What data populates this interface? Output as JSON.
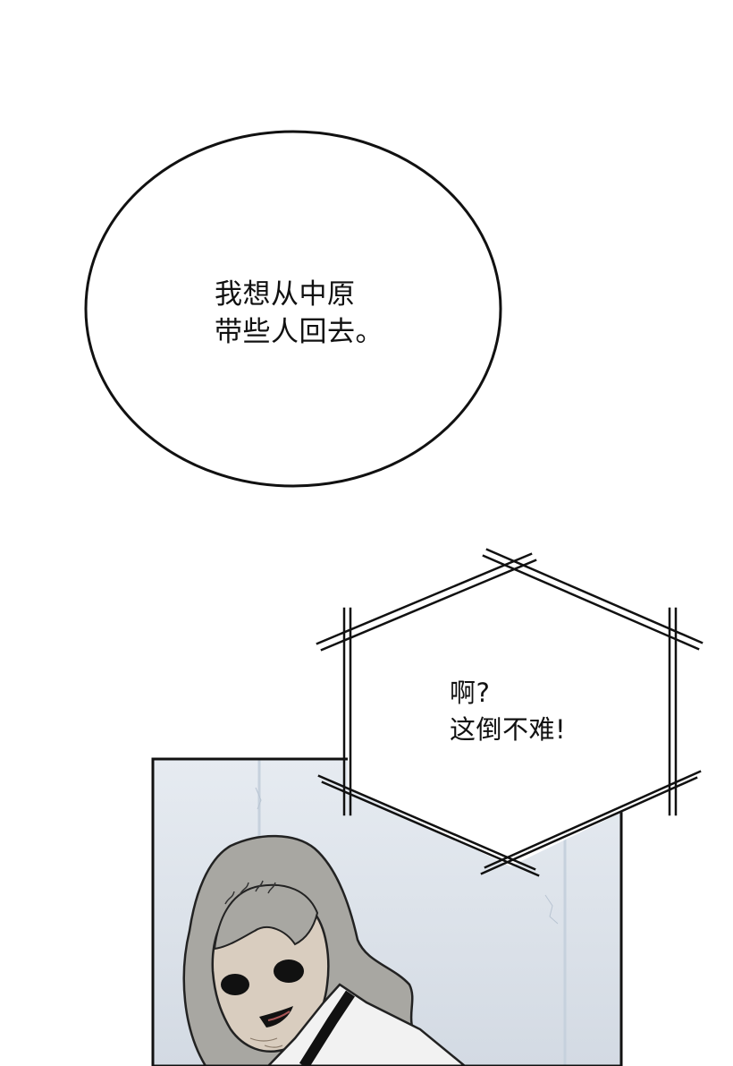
{
  "speech_bubble": {
    "line1": "我想从中原",
    "line2": "带些人回去。"
  },
  "shout_bubble": {
    "line1": "啊?",
    "line2": "这倒不难!"
  },
  "colors": {
    "background": "#ffffff",
    "ink": "#111111",
    "panel_bg": "#dde3ea",
    "hair": "#a8a7a2",
    "skin": "#d9cdbf",
    "robe": "#f2f2f2"
  }
}
